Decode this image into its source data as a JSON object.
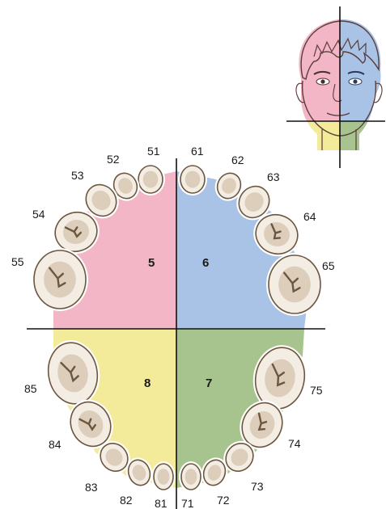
{
  "colors": {
    "q5": "#f2b6c6",
    "q6": "#a9c3e6",
    "q7": "#a7c48e",
    "q8": "#f3ea9a",
    "tooth_fill": "#f4ede3",
    "tooth_shade": "#c9b49a",
    "tooth_outline": "#6b5640",
    "line": "#111111"
  },
  "quadrants": {
    "upper_right": "5",
    "upper_left": "6",
    "lower_left": "7",
    "lower_right": "8"
  },
  "teeth": {
    "upper_right": [
      "51",
      "52",
      "53",
      "54",
      "55"
    ],
    "upper_left": [
      "61",
      "62",
      "63",
      "64",
      "65"
    ],
    "lower_left": [
      "71",
      "72",
      "73",
      "74",
      "75"
    ],
    "lower_right": [
      "81",
      "82",
      "83",
      "84",
      "85"
    ]
  },
  "face_icon": "face-quadrant-icon"
}
